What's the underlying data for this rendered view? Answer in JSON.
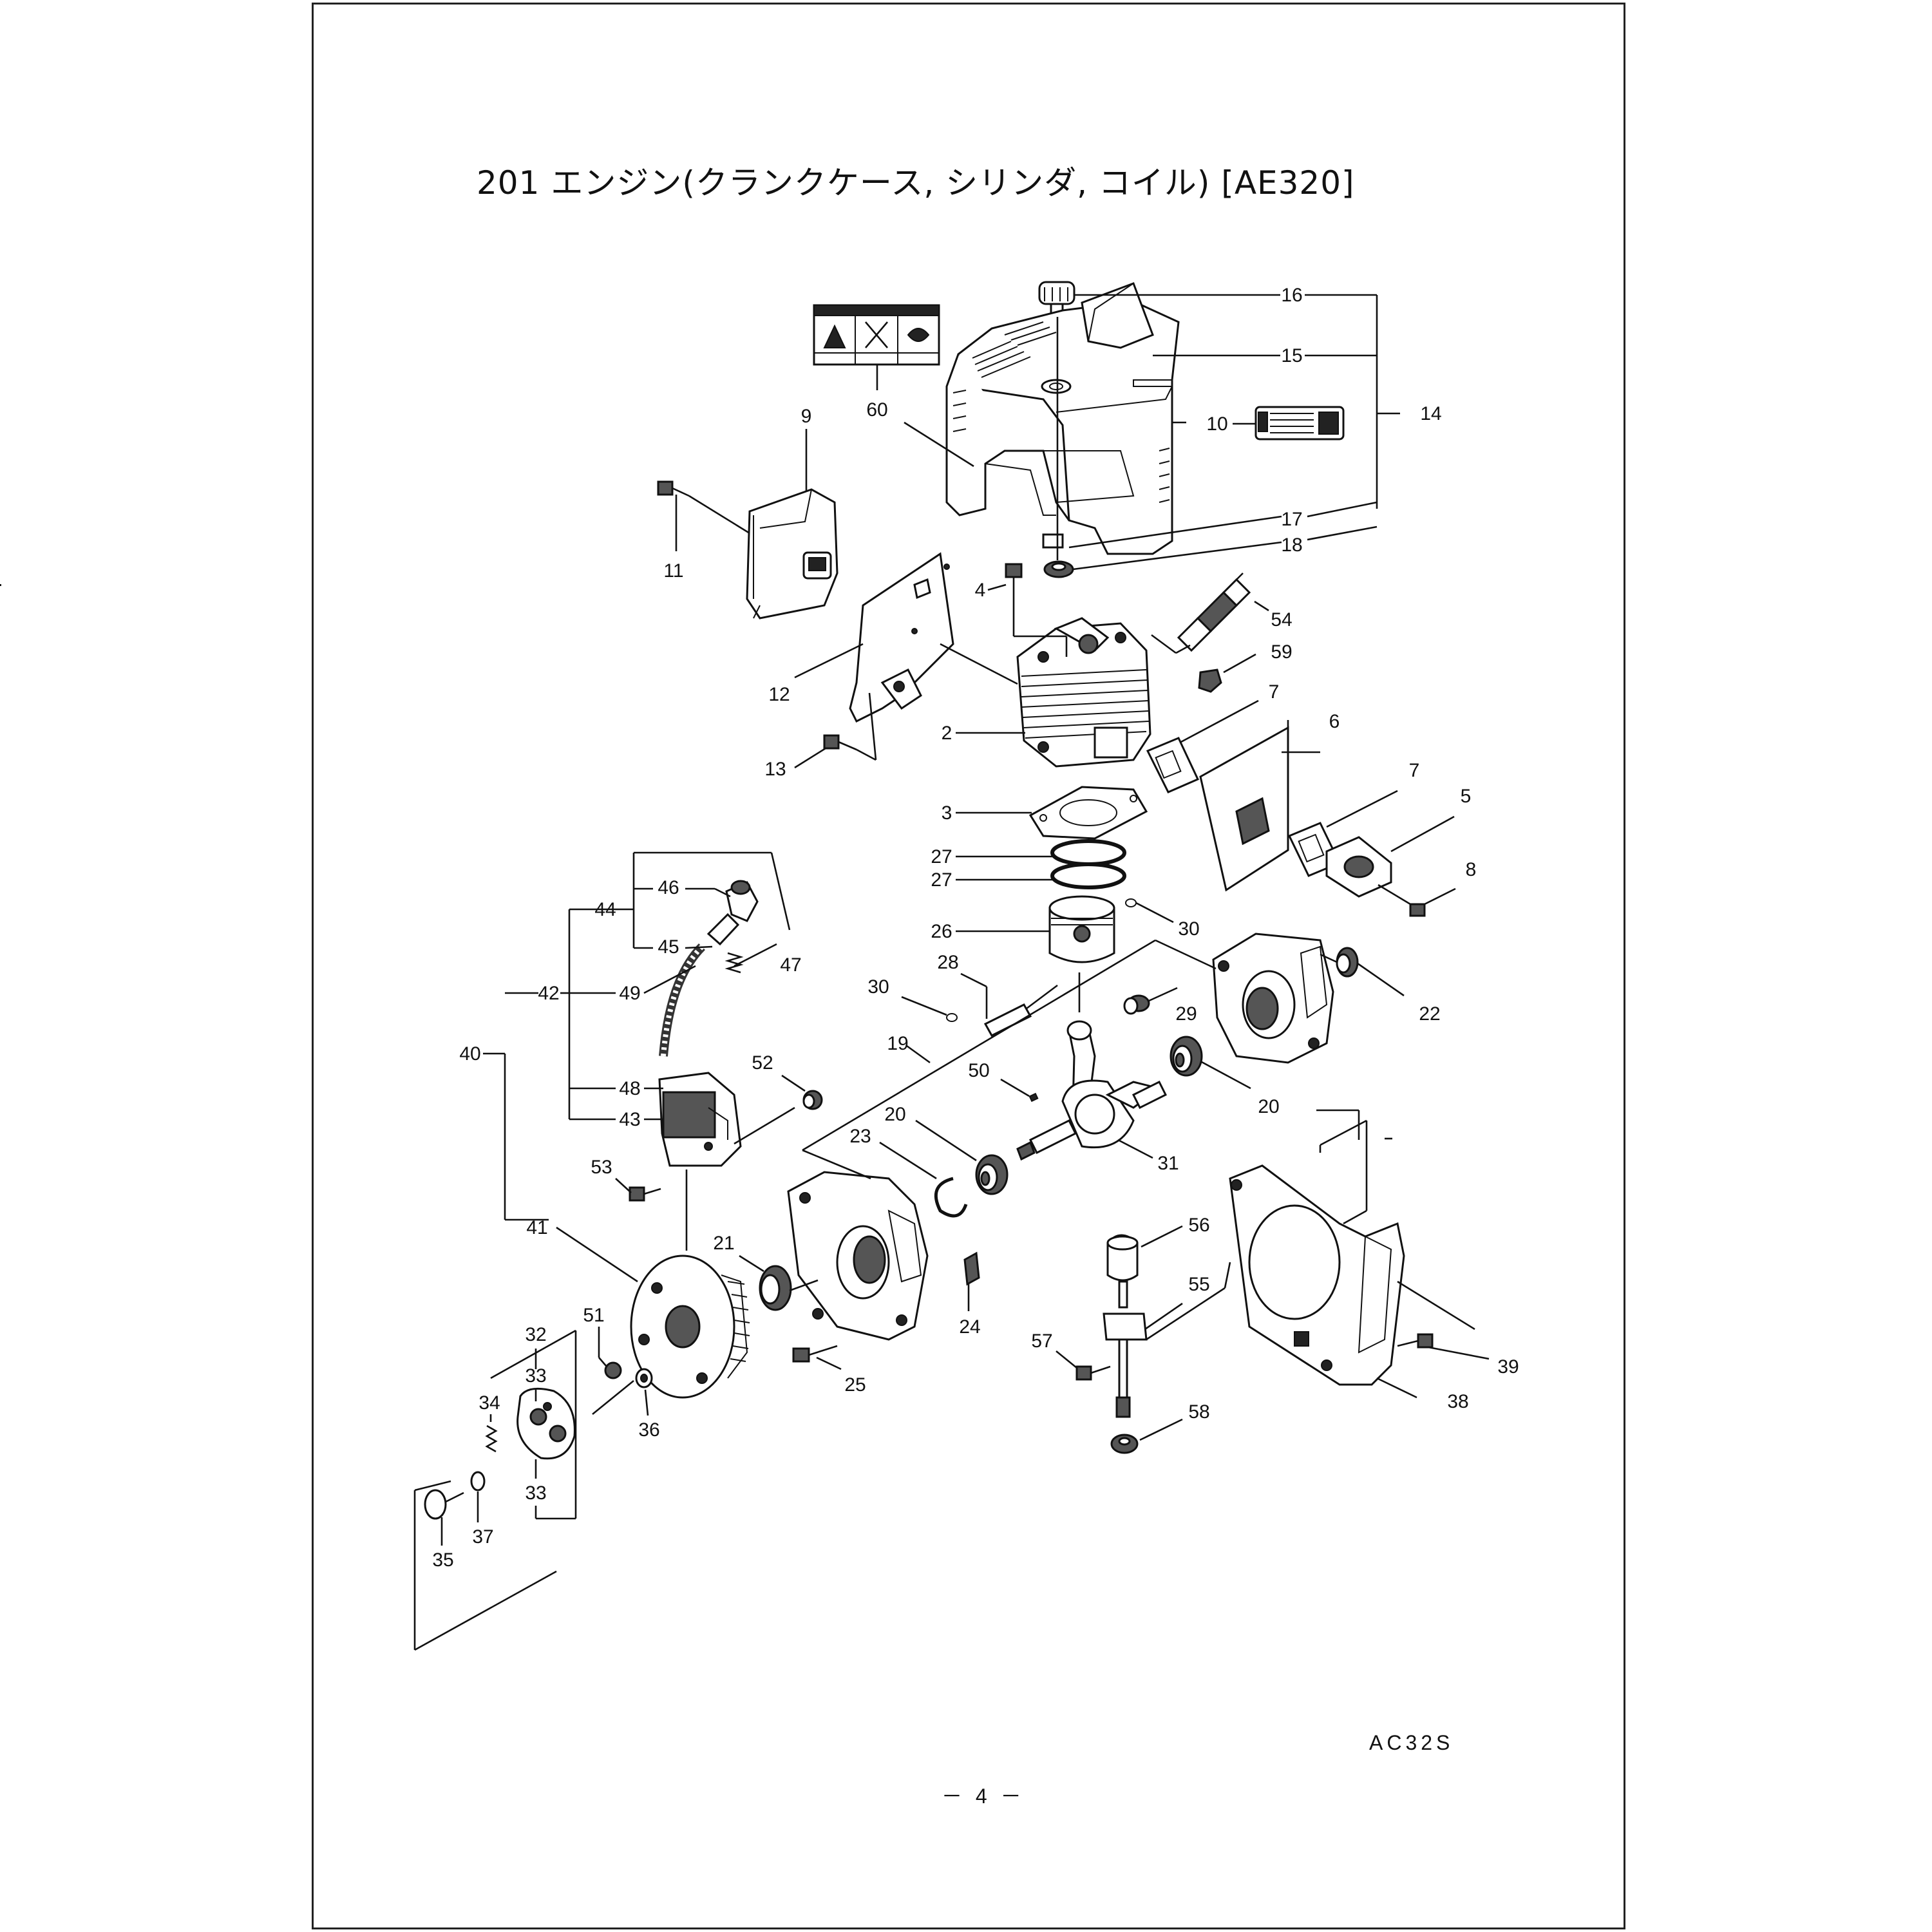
{
  "header": {
    "title": "201 エンジン(クランクケース, シリンダ, コイル) [AE320]"
  },
  "footer": {
    "model_code": "AC32S",
    "page_number": "－ 4 －"
  },
  "callouts": {
    "c2": "2",
    "c3": "3",
    "c4": "4",
    "c5": "5",
    "c6": "6",
    "c7a": "7",
    "c7b": "7",
    "c8": "8",
    "c9": "9",
    "c10": "10",
    "c11": "11",
    "c12": "12",
    "c13": "13",
    "c14": "14",
    "c15": "15",
    "c16": "16",
    "c17": "17",
    "c18": "18",
    "c19": "19",
    "c20a": "20",
    "c20b": "20",
    "c21": "21",
    "c22": "22",
    "c23": "23",
    "c24": "24",
    "c25": "25",
    "c26": "26",
    "c27a": "27",
    "c27b": "27",
    "c28": "28",
    "c29": "29",
    "c30a": "30",
    "c30b": "30",
    "c31": "31",
    "c32": "32",
    "c33a": "33",
    "c33b": "33",
    "c34": "34",
    "c35": "35",
    "c36": "36",
    "c37": "37",
    "c38": "38",
    "c39": "39",
    "c40": "40",
    "c41": "41",
    "c42": "42",
    "c43": "43",
    "c44": "44",
    "c45": "45",
    "c46": "46",
    "c47": "47",
    "c48": "48",
    "c49": "49",
    "c50": "50",
    "c51": "51",
    "c52": "52",
    "c53": "53",
    "c54": "54",
    "c55": "55",
    "c56": "56",
    "c57": "57",
    "c58": "58",
    "c59": "59",
    "c60": "60"
  }
}
